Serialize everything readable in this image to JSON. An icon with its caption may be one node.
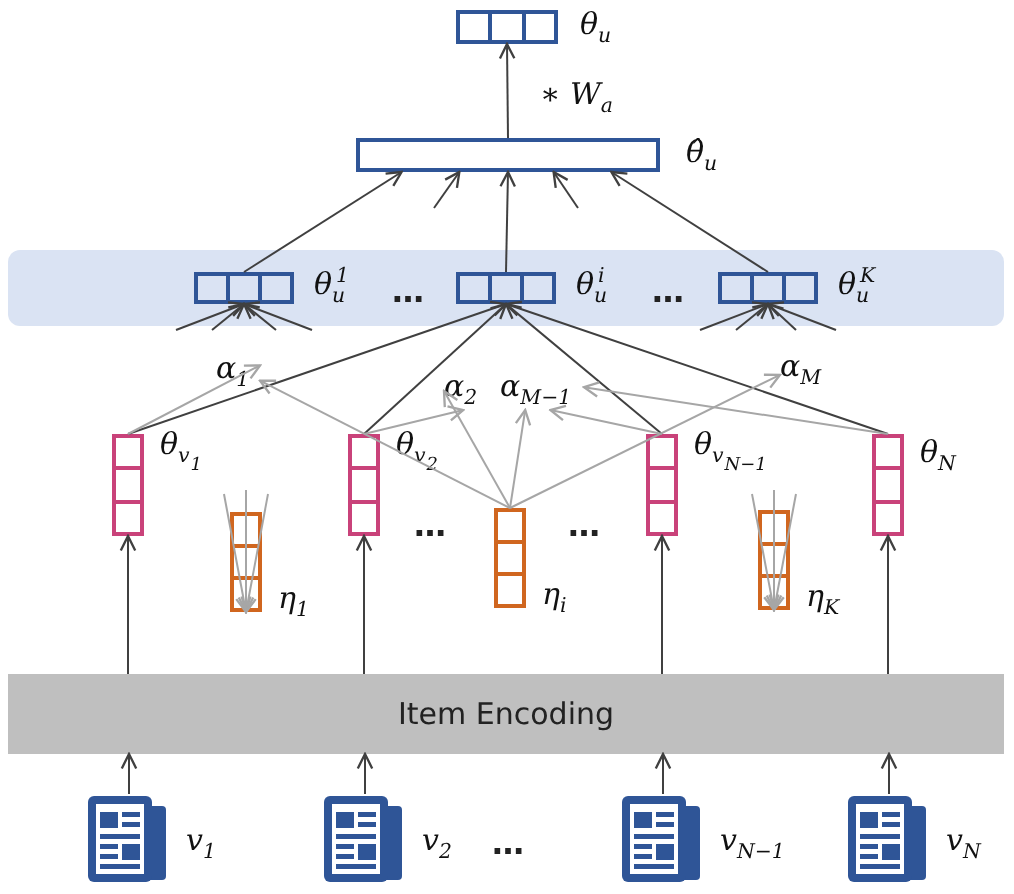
{
  "diagram": {
    "nodes": [
      {
        "text": [
          "θ$_{u}$"
        ]
      },
      {
        "text": [
          "θ̂$_{u}$"
        ]
      },
      {
        "text": [],
        "shape": "box"
      },
      {
        "text": [
          "θ$_{u}$$^{1}$"
        ],
        "in": 2
      },
      {
        "text": [
          "θ$_{u}$$^{i}$"
        ],
        "in": 2
      },
      {
        "text": [
          "θ$_{u}$$^{K}$"
        ],
        "in": 2
      },
      {
        "text": [
          "α$_{1}$"
        ]
      },
      {
        "text": [
          "α$_{2}$"
        ]
      },
      {
        "text": [
          "α$_{M−1}$"
        ]
      },
      {
        "text": [
          "α$_{M}$"
        ]
      },
      {
        "text": [
          "θ$_{v}$$_{1}$"
        ]
      },
      {
        "text": [
          "η$_{1}$"
        ]
      },
      {
        "text": [
          "θ$_{v}$$_{2}$"
        ]
      },
      {
        "text": [
          "η$_{i}$"
        ]
      },
      {
        "text": [
          "θ$_{v}$$_{N−1}$"
        ]
      },
      {
        "text": [
          "η$_{K}$"
        ]
      },
      {
        "text": [
          "θ$_{N}$"
        ]
      },
      {
        "text": [
          "Item Encoding"
        ]
      },
      {
        "text": [
          "v$_{1}$"
        ]
      },
      {
        "text": [
          "v$_{2}$"
        ]
      },
      {
        "text": [
          "v$_{N−1}$"
        ]
      },
      {
        "text": [
          "v$_{N}$"
        ]
      }
    ],
    "edges": [
      {
        "from": 1,
        "to": 0,
        "arrow": "to",
        "label": "∗ W$_{a}$"
      },
      {
        "from": 3,
        "to": 1,
        "arrow": "to"
      },
      {
        "from": 4,
        "to": 1,
        "arrow": "to"
      },
      {
        "from": 5,
        "to": 1,
        "arrow": "to"
      },
      {
        "from": null,
        "to": 1,
        "arrow": "to"
      },
      {
        "from": null,
        "to": 1,
        "arrow": "to"
      },
      {
        "from": 10,
        "to": 4,
        "arrow": "to"
      },
      {
        "from": 12,
        "to": 4,
        "arrow": "to"
      },
      {
        "from": 14,
        "to": 4,
        "arrow": "to"
      },
      {
        "from": 16,
        "to": 4,
        "arrow": "to"
      },
      {
        "from": null,
        "to": 3,
        "arrow": "to"
      },
      {
        "from": null,
        "to": 3,
        "arrow": "to"
      },
      {
        "from": null,
        "to": 3,
        "arrow": "to"
      },
      {
        "from": null,
        "to": 3,
        "arrow": "to"
      },
      {
        "from": null,
        "to": 5,
        "arrow": "to"
      },
      {
        "from": null,
        "to": 5,
        "arrow": "to"
      },
      {
        "from": null,
        "to": 5,
        "arrow": "to"
      },
      {
        "from": null,
        "to": 5,
        "arrow": "to"
      },
      {
        "from": 10,
        "to": 6,
        "arrow": "to",
        "color": "#a6a6a6"
      },
      {
        "from": 13,
        "to": 6,
        "arrow": "to",
        "color": "#a6a6a6"
      },
      {
        "from": 12,
        "to": 7,
        "arrow": "to",
        "color": "#a6a6a6"
      },
      {
        "from": 13,
        "to": 7,
        "arrow": "to",
        "color": "#a6a6a6"
      },
      {
        "from": 14,
        "to": 8,
        "arrow": "to",
        "color": "#a6a6a6"
      },
      {
        "from": 13,
        "to": 8,
        "arrow": "to",
        "color": "#a6a6a6"
      },
      {
        "from": 13,
        "to": 9,
        "arrow": "to",
        "color": "#a6a6a6"
      },
      {
        "from": 16,
        "to": 8,
        "arrow": "to",
        "color": "#a6a6a6"
      },
      {
        "from": null,
        "to": 11,
        "arrow": "to",
        "color": "#a6a6a6"
      },
      {
        "from": null,
        "to": 11,
        "arrow": "to",
        "color": "#a6a6a6"
      },
      {
        "from": null,
        "to": 11,
        "arrow": "to",
        "color": "#a6a6a6"
      },
      {
        "from": null,
        "to": 15,
        "arrow": "to",
        "color": "#a6a6a6"
      },
      {
        "from": null,
        "to": 15,
        "arrow": "to",
        "color": "#a6a6a6"
      },
      {
        "from": null,
        "to": 15,
        "arrow": "to",
        "color": "#a6a6a6"
      },
      {
        "from": 17,
        "to": 10,
        "arrow": "to"
      },
      {
        "from": 17,
        "to": 12,
        "arrow": "to"
      },
      {
        "from": 17,
        "to": 14,
        "arrow": "to"
      },
      {
        "from": 17,
        "to": 16,
        "arrow": "to"
      },
      {
        "from": 18,
        "to": 17,
        "arrow": "to"
      },
      {
        "from": 19,
        "to": 17,
        "arrow": "to"
      },
      {
        "from": 20,
        "to": 17,
        "arrow": "to"
      },
      {
        "from": 21,
        "to": 17,
        "arrow": "to"
      }
    ],
    "labels": [
      "…",
      "…",
      "…",
      "…",
      "…"
    ]
  }
}
